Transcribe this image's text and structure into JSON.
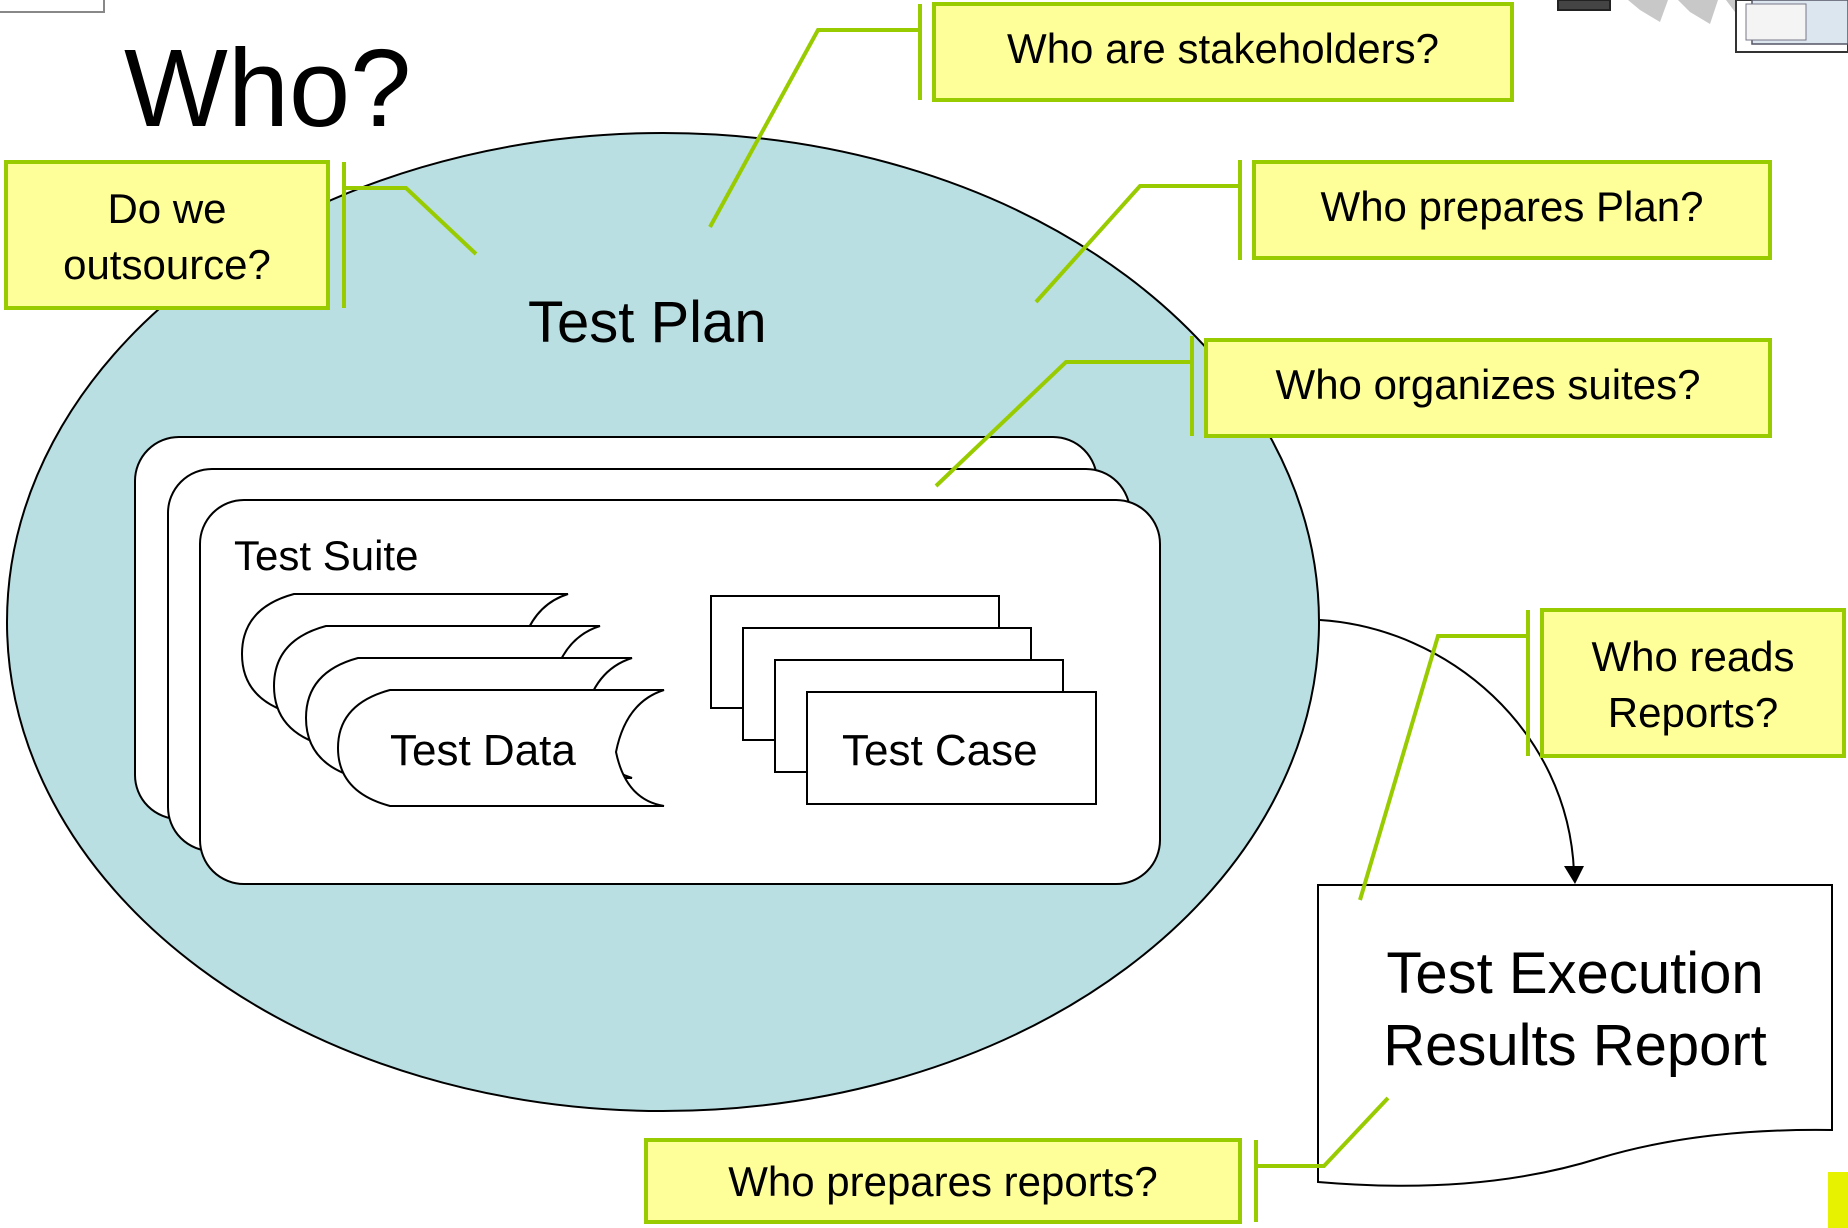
{
  "slide": {
    "title": "Who?",
    "colors": {
      "plan_fill": "#b9dfe2",
      "callout_fill": "#ffff99",
      "callout_border": "#99cc00",
      "line": "#000000",
      "background": "#ffffff"
    }
  },
  "diagram": {
    "test_plan": "Test Plan",
    "test_suite": "Test Suite",
    "test_data": "Test Data",
    "test_case": "Test Case",
    "report_line1": "Test Execution",
    "report_line2": "Results Report"
  },
  "callouts": {
    "stakeholders": "Who are stakeholders?",
    "outsource_line1": "Do we",
    "outsource_line2": "outsource?",
    "prepares_plan": "Who prepares Plan?",
    "organizes_suites": "Who organizes suites?",
    "reads_line1": "Who reads",
    "reads_line2": "Reports?",
    "prepares_reports": "Who prepares reports?"
  },
  "icons": [
    "document-stack-icon",
    "cycle-arrows-icon"
  ]
}
